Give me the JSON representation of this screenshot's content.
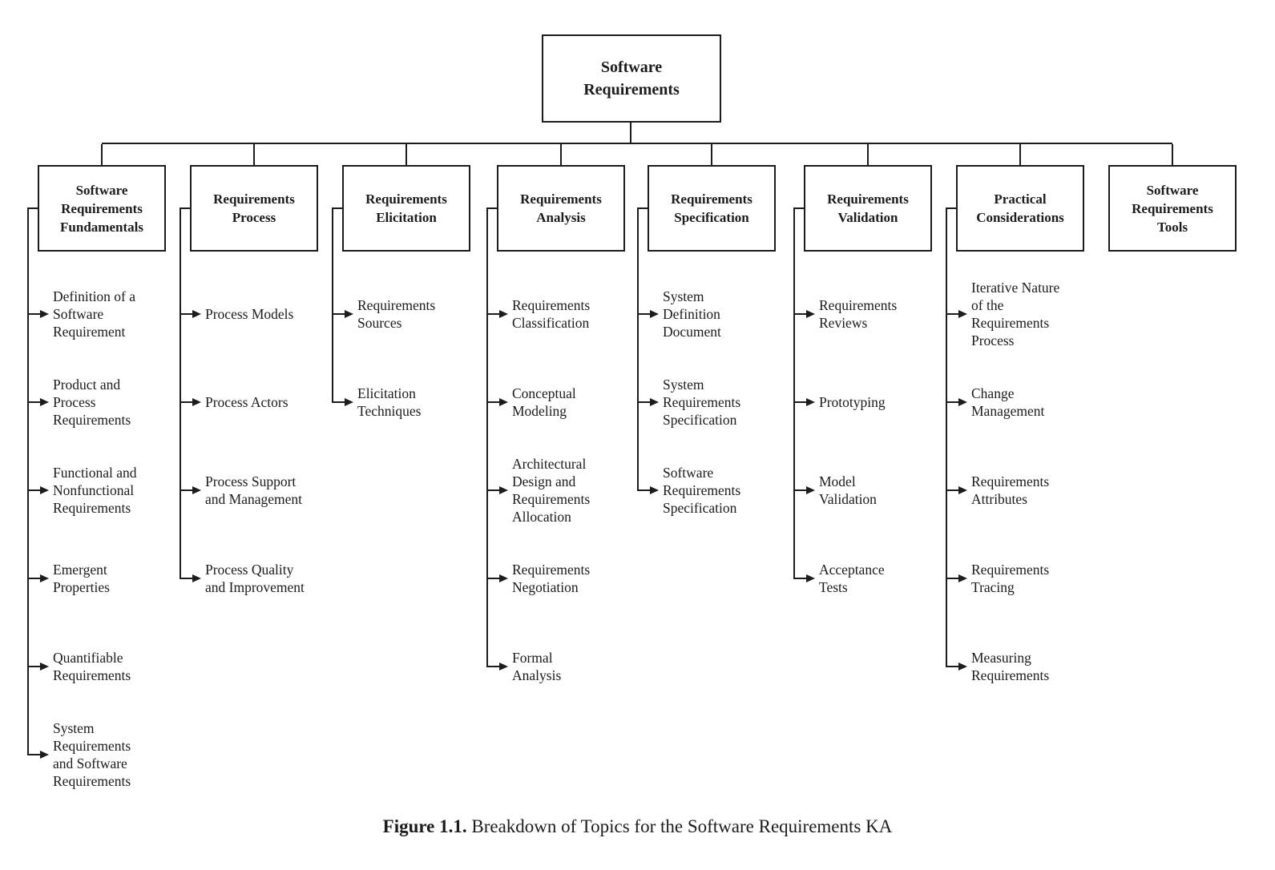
{
  "root": {
    "label": "Software\nRequirements"
  },
  "columns": [
    {
      "name": "software-requirements-fundamentals",
      "label": "Software\nRequirements\nFundamentals",
      "topics": [
        "Definition of a\nSoftware\nRequirement",
        "Product and\nProcess\nRequirements",
        "Functional and\nNonfunctional\nRequirements",
        "Emergent\nProperties",
        "Quantifiable\nRequirements",
        "System\nRequirements\nand Software\nRequirements"
      ]
    },
    {
      "name": "requirements-process",
      "label": "Requirements\nProcess",
      "topics": [
        "Process Models",
        "Process Actors",
        "Process Support\nand Management",
        "Process Quality\nand Improvement"
      ]
    },
    {
      "name": "requirements-elicitation",
      "label": "Requirements\nElicitation",
      "topics": [
        "Requirements\nSources",
        "Elicitation\nTechniques"
      ]
    },
    {
      "name": "requirements-analysis",
      "label": "Requirements\nAnalysis",
      "topics": [
        "Requirements\nClassification",
        "Conceptual\nModeling",
        "Architectural\nDesign and\nRequirements\nAllocation",
        "Requirements\nNegotiation",
        "Formal\nAnalysis"
      ]
    },
    {
      "name": "requirements-specification",
      "label": "Requirements\nSpecification",
      "topics": [
        "System\nDefinition\nDocument",
        "System\nRequirements\nSpecification",
        "Software\nRequirements\nSpecification"
      ]
    },
    {
      "name": "requirements-validation",
      "label": "Requirements\nValidation",
      "topics": [
        "Requirements\nReviews",
        "Prototyping",
        "Model\nValidation",
        "Acceptance\nTests"
      ]
    },
    {
      "name": "practical-considerations",
      "label": "Practical\nConsiderations",
      "topics": [
        "Iterative Nature\nof the\nRequirements\nProcess",
        "Change\nManagement",
        "Requirements\nAttributes",
        "Requirements\nTracing",
        "Measuring\nRequirements"
      ]
    },
    {
      "name": "software-requirements-tools",
      "label": "Software\nRequirements\nTools",
      "topics": []
    }
  ],
  "caption": {
    "prefix": "Figure 1.1.",
    "text": " Breakdown of Topics for the Software Requirements KA"
  },
  "colors": {
    "line": "#1c1c1c",
    "background": "#ffffff"
  }
}
